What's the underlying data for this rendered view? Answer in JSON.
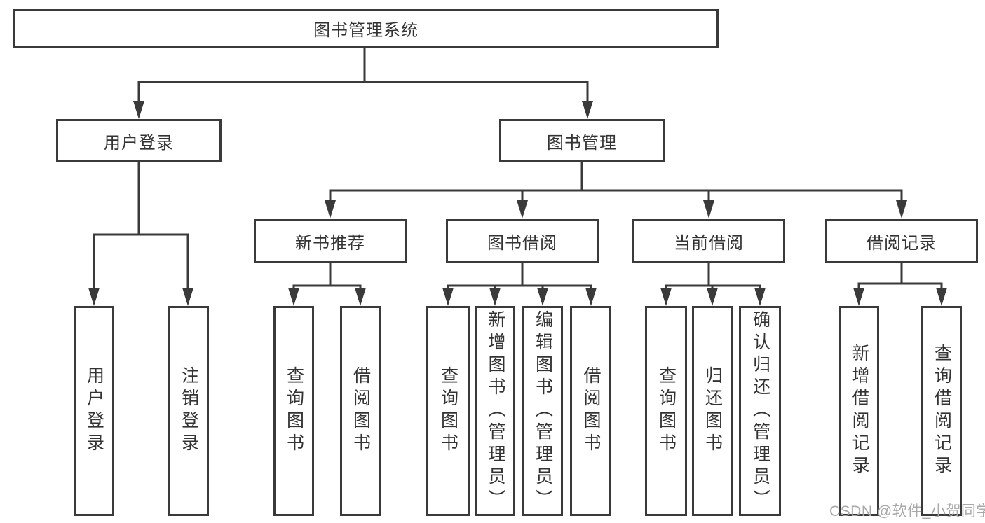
{
  "tree": {
    "root": {
      "label": "图书管理系统"
    },
    "branches": [
      {
        "label": "用户登录",
        "leaves": [
          {
            "label": "用户登录"
          },
          {
            "label": "注销登录"
          }
        ]
      },
      {
        "label": "图书管理",
        "sections": [
          {
            "label": "新书推荐",
            "leaves": [
              {
                "label": "查询图书"
              },
              {
                "label": "借阅图书"
              }
            ]
          },
          {
            "label": "图书借阅",
            "leaves": [
              {
                "label": "查询图书"
              },
              {
                "label": "新增图书（管理员）"
              },
              {
                "label": "编辑图书（管理员）"
              },
              {
                "label": "借阅图书"
              }
            ]
          },
          {
            "label": "当前借阅",
            "leaves": [
              {
                "label": "查询图书"
              },
              {
                "label": "归还图书"
              },
              {
                "label": "确认归还（管理员）"
              }
            ]
          },
          {
            "label": "借阅记录",
            "leaves": [
              {
                "label": "新增借阅记录"
              },
              {
                "label": "查询借阅记录"
              }
            ]
          }
        ]
      }
    ]
  },
  "watermark": {
    "text": "CSDN @软件_小贺同学"
  },
  "colors": {
    "line": "#3a3a3a",
    "text": "#333333",
    "background": "#ffffff",
    "watermark": "#a8a8a8"
  }
}
